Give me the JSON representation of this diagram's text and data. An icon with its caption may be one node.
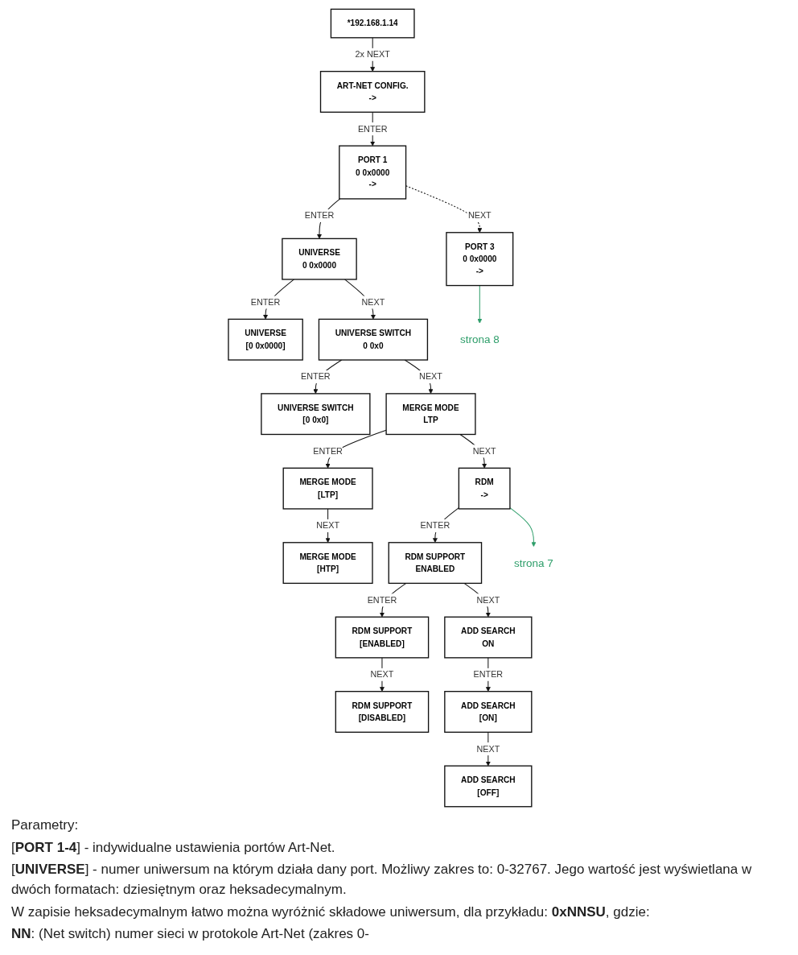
{
  "diagram": {
    "nodes": [
      {
        "text": [
          "*192.168.1.14"
        ]
      },
      {
        "text": [
          "ART-NET CONFIG.",
          "->"
        ]
      },
      {
        "text": [
          "PORT 1",
          "0 0x0000",
          "->"
        ]
      },
      {
        "text": [
          "UNIVERSE",
          "0 0x0000"
        ]
      },
      {
        "text": [
          "UNIVERSE",
          "[0 0x0000]"
        ]
      },
      {
        "text": [
          "PORT 3",
          "0 0x0000",
          "->"
        ]
      },
      {
        "text": [
          "UNIVERSE SWITCH",
          "0 0x0"
        ]
      },
      {
        "text": [
          "UNIVERSE SWITCH",
          "[0 0x0]"
        ]
      },
      {
        "text": [
          "MERGE MODE",
          "LTP"
        ]
      },
      {
        "text": [
          "MERGE MODE",
          "[LTP]"
        ]
      },
      {
        "text": [
          "MERGE MODE",
          "[HTP]"
        ]
      },
      {
        "text": [
          "strona 8"
        ]
      },
      {
        "text": [
          "RDM",
          "->"
        ]
      },
      {
        "text": [
          "RDM SUPPORT",
          "ENABLED"
        ]
      },
      {
        "text": [
          "strona 7"
        ]
      },
      {
        "text": [
          "RDM SUPPORT",
          "[ENABLED]"
        ]
      },
      {
        "text": [
          "RDM SUPPORT",
          "[DISABLED]"
        ]
      },
      {
        "text": [
          "ADD SEARCH",
          "ON"
        ]
      },
      {
        "text": [
          "ADD SEARCH",
          "[ON]"
        ]
      },
      {
        "text": [
          "ADD SEARCH",
          "[OFF]"
        ]
      }
    ],
    "edges": [
      {
        "from": 0,
        "to": 1,
        "arrow": "to",
        "label": "2x NEXT"
      },
      {
        "from": 1,
        "to": 2,
        "arrow": "to",
        "label": "ENTER"
      },
      {
        "from": 2,
        "to": 3,
        "arrow": "to",
        "label": "ENTER"
      },
      {
        "from": 3,
        "to": 4,
        "arrow": "to",
        "label": "ENTER"
      },
      {
        "from": 2,
        "to": 5,
        "arrow": "to",
        "label": "NEXT",
        "style": "dashed"
      },
      {
        "from": 3,
        "to": 6,
        "arrow": "to",
        "label": "NEXT"
      },
      {
        "from": 6,
        "to": 7,
        "arrow": "to",
        "label": "ENTER"
      },
      {
        "from": 6,
        "to": 8,
        "arrow": "to",
        "label": "NEXT"
      },
      {
        "from": 8,
        "to": 9,
        "arrow": "to",
        "label": "ENTER"
      },
      {
        "from": 9,
        "to": 10,
        "arrow": "to",
        "label": "NEXT"
      },
      {
        "from": 5,
        "to": 11,
        "arrow": "to",
        "color": "#2e9e6a"
      },
      {
        "from": 8,
        "to": 12,
        "arrow": "to",
        "label": "NEXT"
      },
      {
        "from": 12,
        "to": 13,
        "arrow": "to",
        "label": "ENTER"
      },
      {
        "from": 12,
        "to": 14,
        "arrow": "to",
        "color": "#2e9e6a"
      },
      {
        "from": 13,
        "to": 15,
        "arrow": "to",
        "label": "ENTER"
      },
      {
        "from": 15,
        "to": 16,
        "arrow": "to",
        "label": "NEXT"
      },
      {
        "from": 13,
        "to": 17,
        "arrow": "to",
        "label": "NEXT"
      },
      {
        "from": 17,
        "to": 18,
        "arrow": "to",
        "label": "ENTER"
      },
      {
        "from": 18,
        "to": 19,
        "arrow": "to",
        "label": "NEXT"
      }
    ],
    "labels": [
      "Parametry:",
      "[**PORT 1-4**] - indywidualne ustawienia portów Art-Net.",
      "[**UNIVERSE**] - numer uniwersum na którym działa dany port. Możliwy zakres to: 0-32767. Jego wartość jest wyświetlana w dwóch formatach: dziesiętnym oraz heksadecymalnym.",
      "W zapisie heksadecymalnym łatwo można wyróżnić składowe uniwersum, dla przykładu: **0xNNSU**, gdzie:",
      "**NN**: (Net switch) numer sieci w protokole Art-Net (zakres 0-"
    ]
  }
}
